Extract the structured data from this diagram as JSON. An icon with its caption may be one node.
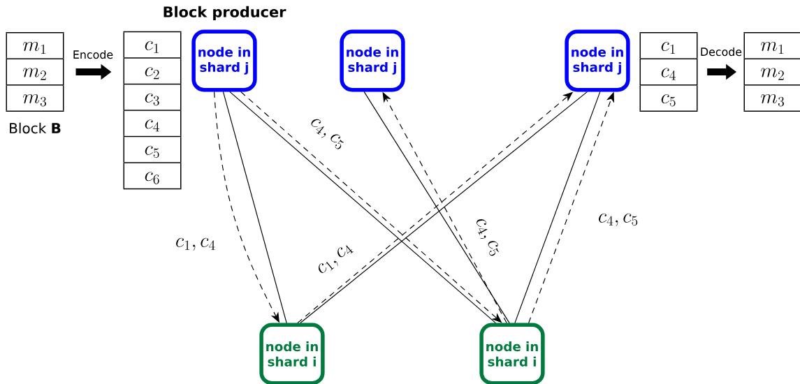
{
  "diagram": {
    "nodes": [
      {
        "text": [
          "m_1",
          "m_2",
          "m_3"
        ],
        "beside": [
          "Block **B**"
        ]
      },
      {
        "text": [
          "c_1",
          "c_2",
          "c_3",
          "c_4",
          "c_5",
          "c_6"
        ]
      },
      {
        "text": [
          "Block producer",
          "node in shard j"
        ]
      },
      {
        "text": [
          "node in shard j"
        ]
      },
      {
        "text": [
          "node in shard j"
        ]
      },
      {
        "text": [
          "c_1",
          "c_4",
          "c_5"
        ]
      },
      {
        "text": [
          "m_1",
          "m_2",
          "m_3"
        ]
      },
      {
        "text": [
          "node in shard i"
        ]
      },
      {
        "text": [
          "node in shard i"
        ]
      }
    ],
    "edges": [
      {
        "from": 0,
        "to": 1,
        "arrow": "to",
        "label": "Encode",
        "style": "thick"
      },
      {
        "from": 5,
        "to": 6,
        "arrow": "to",
        "label": "Decode",
        "style": "thick"
      },
      {
        "from": 2,
        "to": 7,
        "arrow": "none"
      },
      {
        "from": 2,
        "to": 8,
        "arrow": "none"
      },
      {
        "from": 3,
        "to": 8,
        "arrow": "none"
      },
      {
        "from": 4,
        "to": 7,
        "arrow": "none"
      },
      {
        "from": 4,
        "to": 8,
        "arrow": "none"
      },
      {
        "from": 2,
        "to": 7,
        "arrow": "to",
        "style": "dashed",
        "label": "c_1, c_4"
      },
      {
        "from": 2,
        "to": 8,
        "arrow": "to",
        "style": "dashed",
        "label": "c_4, c_5"
      },
      {
        "from": 8,
        "to": 3,
        "arrow": "to",
        "style": "dashed",
        "label": "c_4, c_5"
      },
      {
        "from": 7,
        "to": 4,
        "arrow": "to",
        "style": "dashed",
        "label": "c_1, c_4"
      },
      {
        "from": 8,
        "to": 4,
        "arrow": "to",
        "style": "dashed",
        "label": "c_4, c_5"
      }
    ]
  }
}
